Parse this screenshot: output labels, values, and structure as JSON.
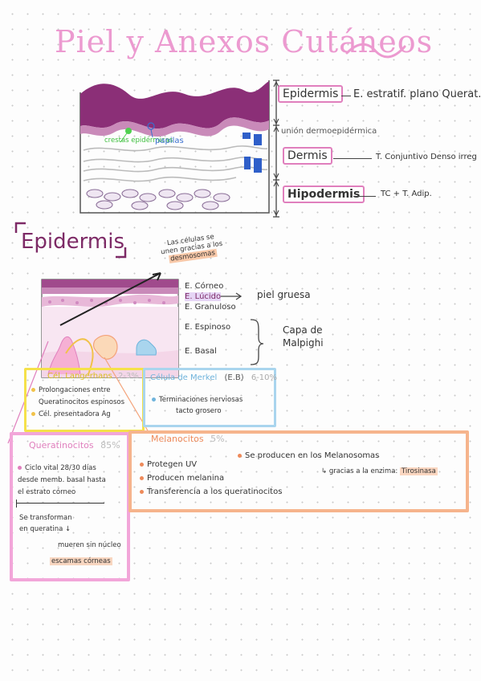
{
  "title": "Piel y Anexos Cutáneos",
  "diagram1": {
    "layers": [
      {
        "name": "Epidermis",
        "desc": "E. estratif. plano Querat."
      },
      {
        "name": "Dermis",
        "desc": "T. Conjuntivo Denso irreg"
      },
      {
        "name": "Hipodermis",
        "desc": "TC + T. Adip."
      }
    ],
    "union": "unión dermoepidérmica",
    "crestas": "crestas epidérmicas",
    "papilas": "papilas"
  },
  "section_title": "Epidermis",
  "desmosomes_note": [
    "Las células se",
    "unen gracias a los",
    "desmosomas"
  ],
  "strata": [
    "E. Córneo",
    "E. Lúcido",
    "E. Granuloso",
    "E. Espinoso",
    "E. Basal"
  ],
  "piel_gruesa": "piel gruesa",
  "capa_malpighi": [
    "Capa de",
    "Malpighi"
  ],
  "langerhans": {
    "title": "Cél. Langerhans",
    "pct": "2-3%",
    "items": [
      "Prolongaciones entre",
      "Queratinocitos espinosos",
      "Cél. presentadora Ag"
    ]
  },
  "merkel": {
    "title": "Célula de Merkel",
    "loc": "(E.B)",
    "pct": "6-10%",
    "items": [
      "Terminaciones nerviosas",
      "tacto grosero"
    ]
  },
  "queratinocitos": {
    "title": "Queratinocitos",
    "pct": "85%",
    "lines": [
      "Ciclo vital 28/30 días",
      "desde memb. basal hasta",
      "el estrato córneo"
    ],
    "process": [
      "Se transforman",
      "en queratina",
      "mueren sin núcleo",
      "escamas córneas"
    ]
  },
  "melanocitos": {
    "title": "Melanocitos",
    "pct": "5%",
    "items": [
      "Protegen UV",
      "Producen melanina",
      "Transferencia a los queratinocitos"
    ],
    "note1": "Se producen en los Melanosomas",
    "note2": "↳ gracias a la enzima:",
    "enzyme": "Tirosinasa"
  },
  "colors": {
    "pink": "#ec9ad0",
    "purple": "#7d2a66",
    "yellow": "#f5e14a",
    "blue": "#a9d5ee",
    "orange": "#f4a37a"
  }
}
